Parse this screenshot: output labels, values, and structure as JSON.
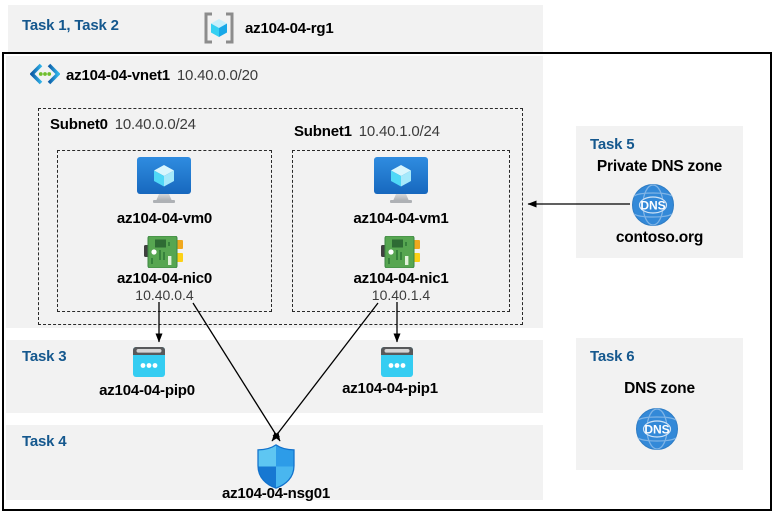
{
  "colors": {
    "task_label_blue": "#15588e",
    "panel_gray": "#f2f2f2",
    "vm_blue": "#1e7ad0",
    "nic_green": "#57a651",
    "pip_cyan": "#35cdf2",
    "dns_blue": "#3389d8",
    "shield_blue": "#2d9ce8"
  },
  "header": {
    "tasks_label": "Task 1, Task 2",
    "resource_group_name": "az104-04-rg1"
  },
  "vnet": {
    "name": "az104-04-vnet1",
    "cidr": "10.40.0.0/20"
  },
  "subnets": [
    {
      "name": "Subnet0",
      "cidr": "10.40.0.0/24",
      "vm_name": "az104-04-vm0",
      "nic_name": "az104-04-nic0",
      "nic_ip": "10.40.0.4"
    },
    {
      "name": "Subnet1",
      "cidr": "10.40.1.0/24",
      "vm_name": "az104-04-vm1",
      "nic_name": "az104-04-nic1",
      "nic_ip": "10.40.1.4"
    }
  ],
  "task3": {
    "label": "Task 3",
    "pip0_name": "az104-04-pip0",
    "pip1_name": "az104-04-pip1"
  },
  "task4": {
    "label": "Task 4",
    "nsg_name": "az104-04-nsg01"
  },
  "task5": {
    "label": "Task 5",
    "title": "Private DNS zone",
    "zone_name": "contoso.org"
  },
  "task6": {
    "label": "Task 6",
    "title": "DNS zone"
  },
  "icons": {
    "dns_text": "DNS"
  }
}
